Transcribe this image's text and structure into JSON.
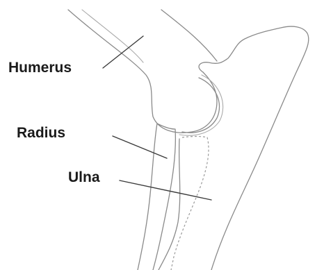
{
  "labels": {
    "humerus": "Humerus",
    "radius": "Radius",
    "ulna": "Ulna"
  },
  "colors": {
    "outline": "#8a8a8a",
    "leader": "#3a3a3a",
    "text": "#1a1a1a"
  }
}
